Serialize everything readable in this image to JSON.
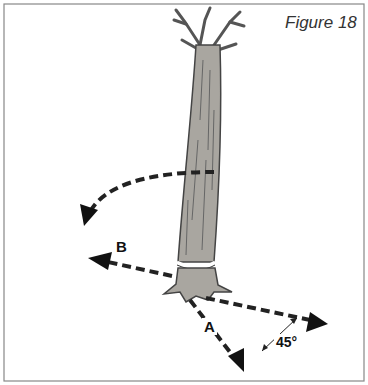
{
  "diagram": {
    "labels": [
      "Figure 18",
      "B",
      "A",
      "45°"
    ]
  }
}
